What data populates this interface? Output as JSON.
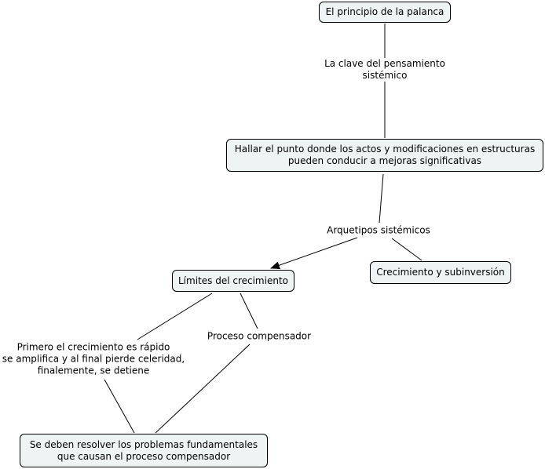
{
  "concept_map": {
    "nodes": {
      "principio": "El principio de la palanca",
      "hallar": "Hallar el punto donde los actos y modificaciones en estructuras\npueden conducir a mejoras significativas",
      "limites": "Límites del crecimiento",
      "crecimiento_sub": "Crecimiento y subinversión",
      "resolver": "Se  deben resolver los problemas fundamentales\nque causan el proceso compensador"
    },
    "link_labels": {
      "clave": "La clave del pensamiento sistémico",
      "arquetipos": "Arquetipos sistémicos",
      "primero": "Primero el crecimiento es rápido\nse amplifica y al final pierde celeridad,\nfinalemente, se detiene",
      "proceso": "Proceso compensador"
    }
  },
  "colors": {
    "node_fill": "#eef3f4",
    "line": "#000000"
  }
}
